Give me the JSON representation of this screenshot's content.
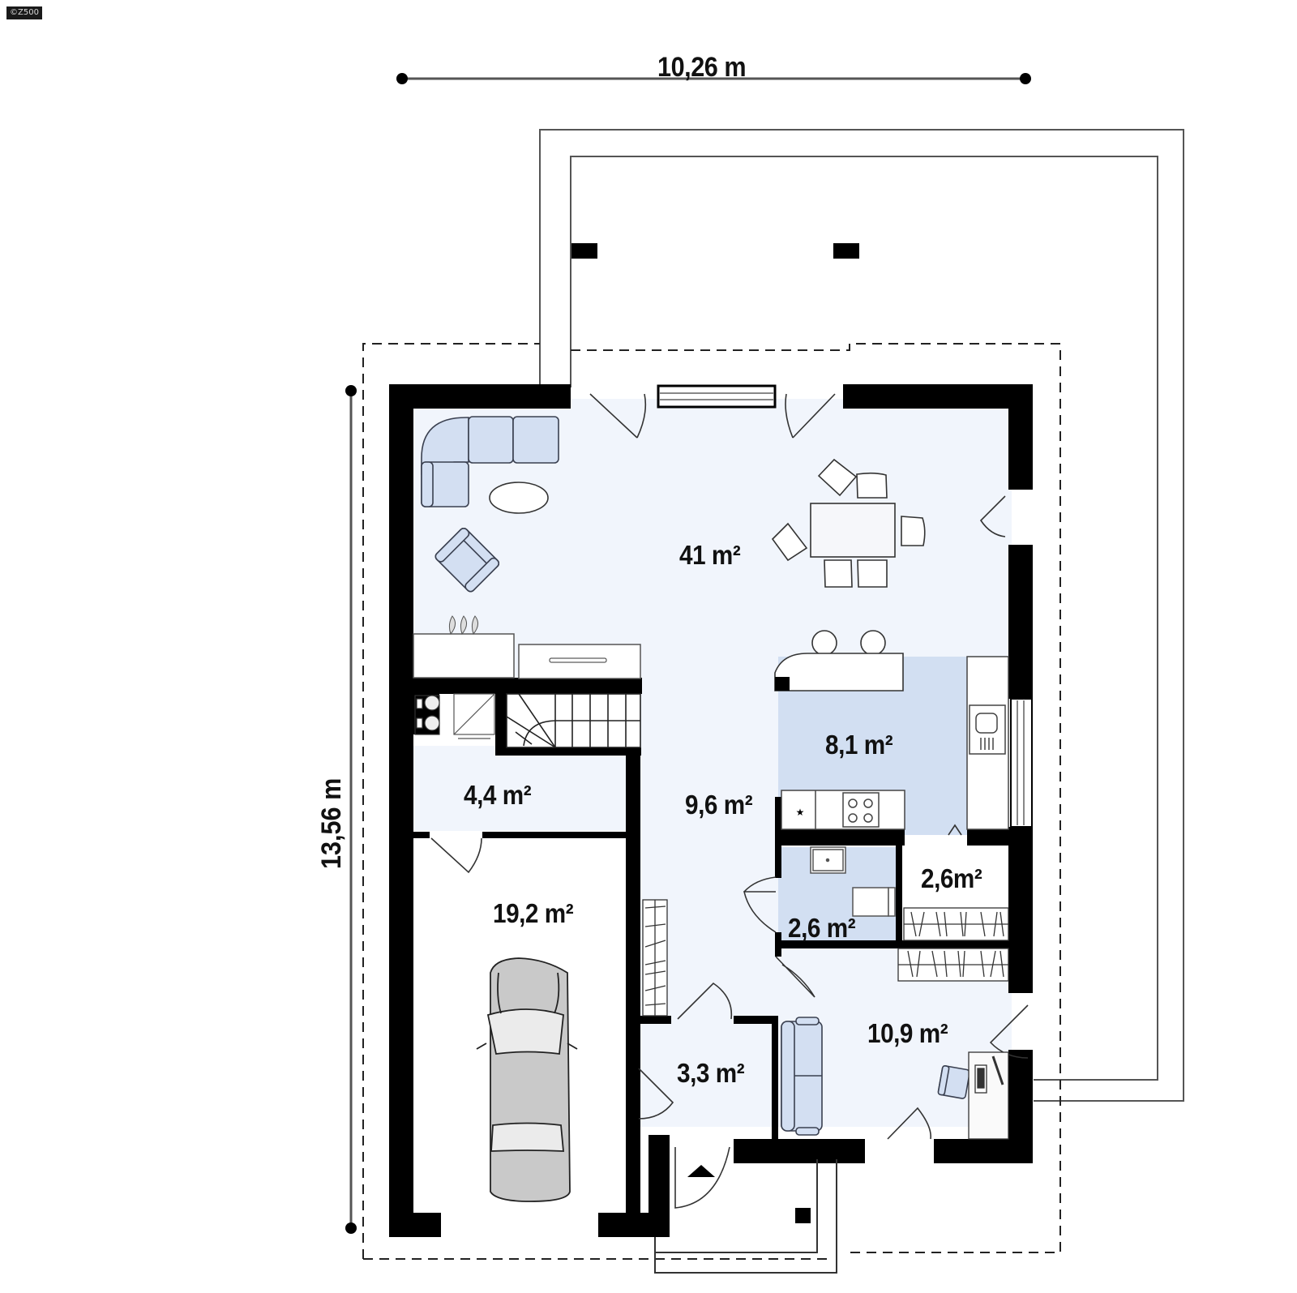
{
  "watermark": "©Z500",
  "dimensions": {
    "width_label": "10,26 m",
    "height_label": "13,56 m"
  },
  "colors": {
    "wall": "#000000",
    "floor_light": "#f1f5fc",
    "floor_kitchen": "#d2dff2",
    "furniture_fill": "#d3dff2",
    "furniture_stroke": "#3a4050",
    "car_fill": "#c8c8c8",
    "outline": "#555555"
  },
  "rooms": [
    {
      "id": "living-dining",
      "area": "41 m²"
    },
    {
      "id": "kitchen",
      "area": "8,1 m²"
    },
    {
      "id": "hall",
      "area": "9,6 m²"
    },
    {
      "id": "utility",
      "area": "4,4 m²"
    },
    {
      "id": "garage",
      "area": "19,2 m²"
    },
    {
      "id": "bathroom",
      "area": "2,6 m²"
    },
    {
      "id": "pantry",
      "area": "2,6m²"
    },
    {
      "id": "vestibule",
      "area": "3,3 m²"
    },
    {
      "id": "study",
      "area": "10,9 m²"
    }
  ]
}
